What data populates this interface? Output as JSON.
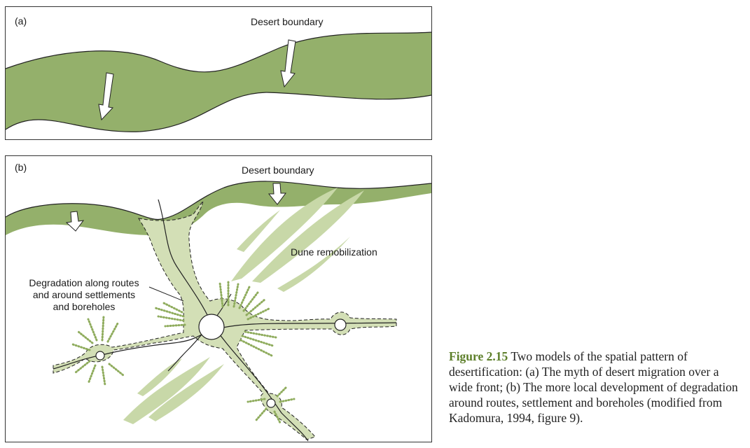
{
  "panel_a": {
    "label": "(a)",
    "boundary_label": "Desert boundary"
  },
  "panel_b": {
    "label": "(b)",
    "boundary_label": "Desert boundary",
    "dune_label": "Dune remobilization",
    "degradation_label_lines": [
      "Degradation along routes",
      "and around settlements",
      "and boreholes"
    ]
  },
  "caption": {
    "figure_number": "Figure 2.15",
    "text": "Two models of the spatial pattern of desertification: (a) The myth of desert migration over a wide front; (b) The more local development of degradation around routes, settlement and boreholes (modified from Kadomura, 1994, figure 9)."
  },
  "colors": {
    "band_green": "#94b06b",
    "degradation_green": "#d3dfb6",
    "dune_green": "#c8d8a8",
    "dot_green": "#8fac5d",
    "caption_accent": "#5d7f2a"
  }
}
